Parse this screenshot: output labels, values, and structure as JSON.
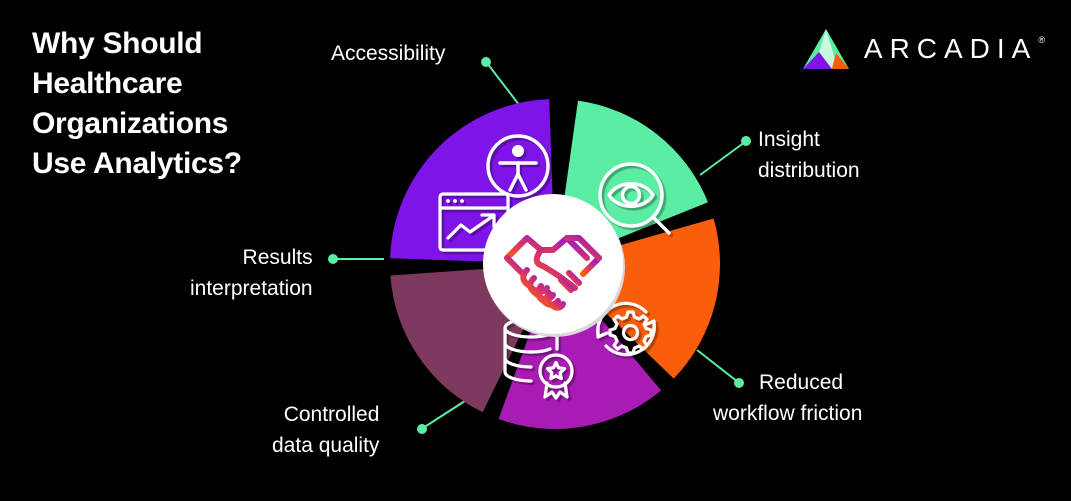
{
  "page": {
    "background": "#000000",
    "text_color": "#ffffff",
    "accent_green": "#5CEDA4"
  },
  "title": {
    "lines": [
      "Why Should",
      "Healthcare",
      "Organizations",
      "Use Analytics?"
    ]
  },
  "logo": {
    "name": "arcadia-logo",
    "wordmark": "ARCADIA",
    "registered": "®",
    "mark_colors": {
      "green": "#5CEDA4",
      "green_light": "#C9F7E0",
      "purple": "#7E14E8",
      "orange": "#FA5E0A"
    }
  },
  "chart_data": {
    "type": "pie",
    "title": "Why Should Healthcare Organizations Use Analytics?",
    "center_icon": "handshake-icon",
    "legend_position": "around-chart",
    "categories": [
      "Insight distribution",
      "Reduced workflow friction",
      "Controlled data quality",
      "Results interpretation",
      "Accessibility"
    ],
    "values": [
      60,
      60,
      60,
      60,
      60,
      60
    ],
    "segments": [
      {
        "id": "insight-distribution",
        "label": "Insight distribution",
        "label_lines": [
          "Insight",
          "distribution"
        ],
        "color": "#5CEDA4",
        "icon": "eye-magnifier-icon",
        "icon_color": "#ffffff",
        "start_angle": -82,
        "end_angle": -22,
        "label_side": "right"
      },
      {
        "id": "reduced-workflow-friction",
        "label": "Reduced workflow friction",
        "label_lines": [
          "Reduced",
          "workflow friction"
        ],
        "color": "#FA5E0A",
        "icon": "gear-refresh-icon",
        "icon_color": "#ffffff",
        "start_angle": -16,
        "end_angle": 44,
        "label_side": "right"
      },
      {
        "id": "controlled-data-quality",
        "label": "Controlled data quality",
        "label_lines": [
          "Controlled",
          "data quality"
        ],
        "color": "#A81CB5",
        "icon": "database-award-icon",
        "icon_color": "#ffffff",
        "start_angle": 50,
        "end_angle": 110,
        "label_side": "left"
      },
      {
        "id": "results-interpretation",
        "label": "Results interpretation",
        "label_lines": [
          "Results",
          "interpretation"
        ],
        "color": "#7D3A5E",
        "icon": "chart-window-icon",
        "icon_color": "#ffffff",
        "start_angle": 116,
        "end_angle": 176,
        "label_side": "left"
      },
      {
        "id": "accessibility",
        "label": "Accessibility",
        "label_lines": [
          "Accessibility"
        ],
        "color": "#7E14E8",
        "icon": "accessibility-person-icon",
        "icon_color": "#ffffff",
        "start_angle": 182,
        "end_angle": 268,
        "label_side": "top"
      }
    ],
    "center": {
      "icon": "handshake-icon",
      "fill": "#ffffff",
      "gradient_from": "#FA5E0A",
      "gradient_to": "#7E14E8"
    }
  }
}
